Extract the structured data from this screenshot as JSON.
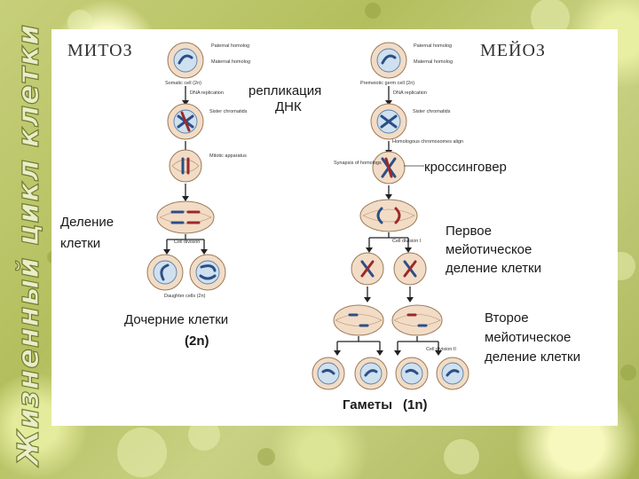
{
  "side_title": "Жизненный цикл клетки",
  "headers": {
    "mitosis": "МИТОЗ",
    "meiosis": "МЕЙОЗ"
  },
  "mitosis": {
    "labels": {
      "paternal": "Paternal homolog",
      "maternal": "Maternal homolog",
      "somatic": "Somatic cell (2n)",
      "dna_replication": "DNA replication",
      "sister": "Sister chromatids",
      "mitotic": "Mitotic apparatus",
      "cell_division": "Cell division",
      "daughter": "Daughter cells (2n)"
    },
    "annotations": {
      "replication": "репликация ДНК",
      "division": "Деление клетки",
      "daughter": "Дочерние клетки",
      "ploidy": "(2n)"
    }
  },
  "meiosis": {
    "labels": {
      "paternal": "Paternal homolog",
      "maternal": "Maternal homolog",
      "premeiotic": "Premeiotic germ cell (2n)",
      "dna_replication": "DNA replication",
      "sister": "Sister chromatids",
      "homologous_align": "Homologous chromosomes align",
      "synapsis": "Synapsis of homologs",
      "cell_division_1": "Cell division I",
      "cell_division_2": "Cell division II"
    },
    "annotations": {
      "crossing_over": "кроссинговер",
      "first_division": "Первое мейотическое деление клетки",
      "second_division": "Второе мейотическое деление клетки",
      "gametes": "Гаметы",
      "gamete_ploidy": "(1n)"
    }
  },
  "colors": {
    "paternal_chromosome": "#2c4f86",
    "maternal_chromosome": "#9b2a2a",
    "background": "#b3bf5e"
  }
}
